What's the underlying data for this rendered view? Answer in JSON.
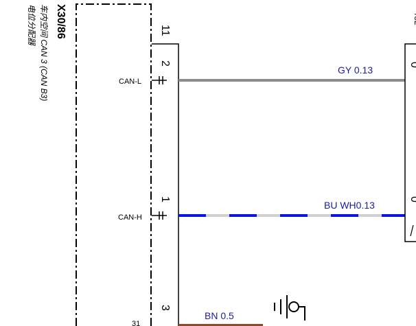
{
  "connector": {
    "id": "X30/86",
    "description_line1": "车内空间 CAN 3 (CAN B3)",
    "description_line2": "电位分配器"
  },
  "pins": [
    {
      "number": "11",
      "label": ""
    },
    {
      "number": "2",
      "label": "CAN-L"
    },
    {
      "number": "1",
      "label": "CAN-H"
    },
    {
      "number": "3",
      "label": ""
    }
  ],
  "wires": [
    {
      "label": "GY  0.13",
      "color": "#8c8c8c"
    },
    {
      "label": "BU WH0.13",
      "color_primary": "#0a14e6",
      "color_secondary": "#ffffff"
    },
    {
      "label": "BN  0.5",
      "color": "#8b4a2b"
    }
  ],
  "colors": {
    "wire_label": "#1c1c9c",
    "outline": "#000000"
  }
}
